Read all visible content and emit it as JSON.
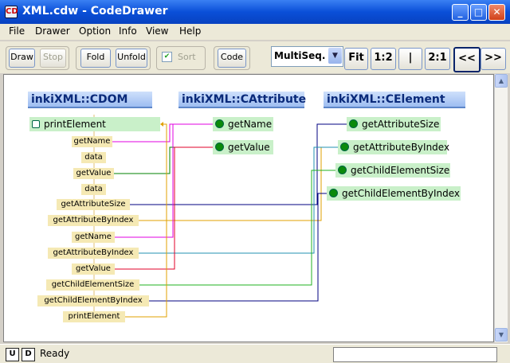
{
  "window": {
    "title": "XML.cdw - CodeDrawer",
    "app_icon": "CD"
  },
  "menu": [
    "File",
    "Drawer",
    "Option",
    "Info",
    "View",
    "Help"
  ],
  "toolbar": {
    "draw": "Draw",
    "stop": "Stop",
    "fold": "Fold",
    "unfold": "Unfold",
    "sort": "Sort",
    "sort_checked": true,
    "code": "Code",
    "mode": "MultiSeq.",
    "fit": "Fit",
    "ratio_1_2": "1:2",
    "separator": "|",
    "ratio_2_1": "2:1",
    "prev": "<<",
    "next": ">>"
  },
  "classes": [
    {
      "name": "inkiXML::CDOM",
      "methods": [
        "printElement"
      ]
    },
    {
      "name": "inkiXML::CAttribute",
      "methods": [
        "getName",
        "getValue"
      ]
    },
    {
      "name": "inkiXML::CElement",
      "methods": [
        "getAttributeSize",
        "getAttributeByIndex",
        "getChildElementSize",
        "getChildElementByIndex"
      ]
    }
  ],
  "sequence": [
    "getName",
    "data",
    "getValue",
    "data",
    "getAttributeSize",
    "getAttributeByIndex",
    "getName",
    "getAttributeByIndex",
    "getValue",
    "getChildElementSize",
    "getChildElementByIndex",
    "printElement"
  ],
  "status": {
    "u_btn": "U",
    "d_btn": "D",
    "text": "Ready"
  },
  "colors": {
    "red": "#e0002a",
    "magenta": "#e000e0",
    "green": "#008000",
    "navy": "#000080",
    "teal": "#2090b0",
    "orange": "#e0a000",
    "olive": "#a0a000"
  }
}
